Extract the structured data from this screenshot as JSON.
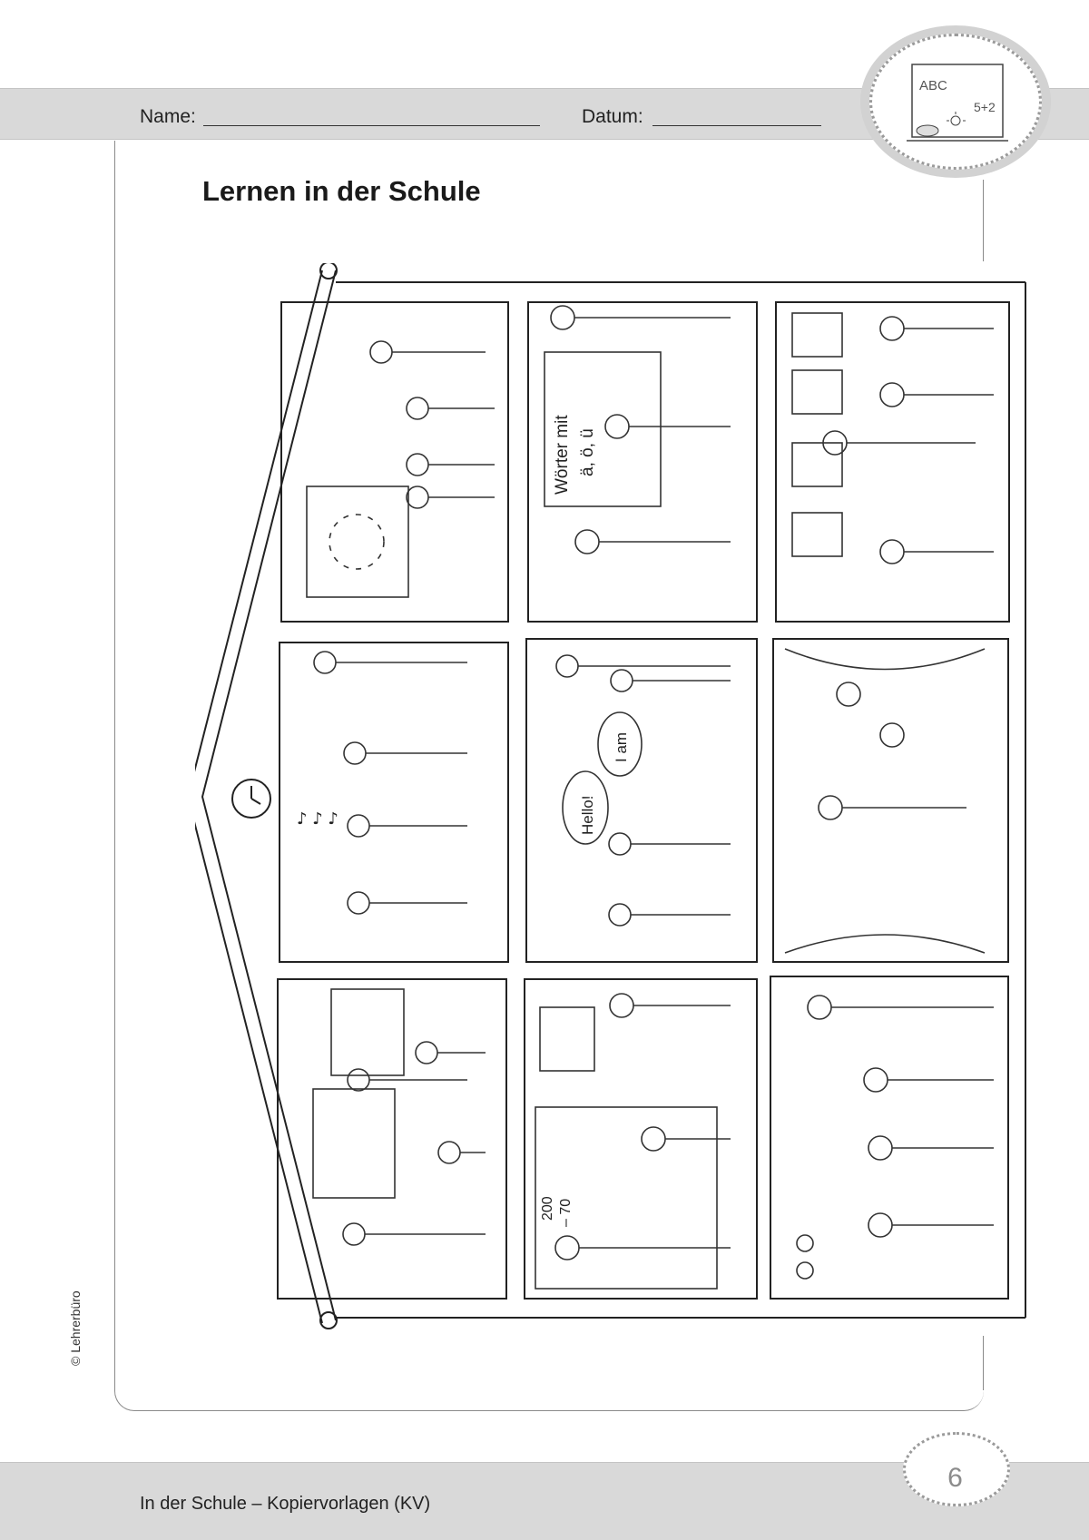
{
  "header": {
    "name_label": "Name:",
    "date_label": "Datum:"
  },
  "badge": {
    "board_text_left": "ABC",
    "board_text_right": "5+2"
  },
  "worksheet": {
    "title": "Lernen in der Schule"
  },
  "scenes": {
    "board_words": "Wörter mit",
    "board_letters": "ä, ö, ü",
    "speech_hello": "Hello!",
    "speech_iam": "I am",
    "board_num1": "200",
    "board_num2": "– 70"
  },
  "sidebar": {
    "copyright": "© Lehrerbüro"
  },
  "footer": {
    "text": "In der Schule – Kopiervorlagen (KV)",
    "page_number": "6"
  }
}
